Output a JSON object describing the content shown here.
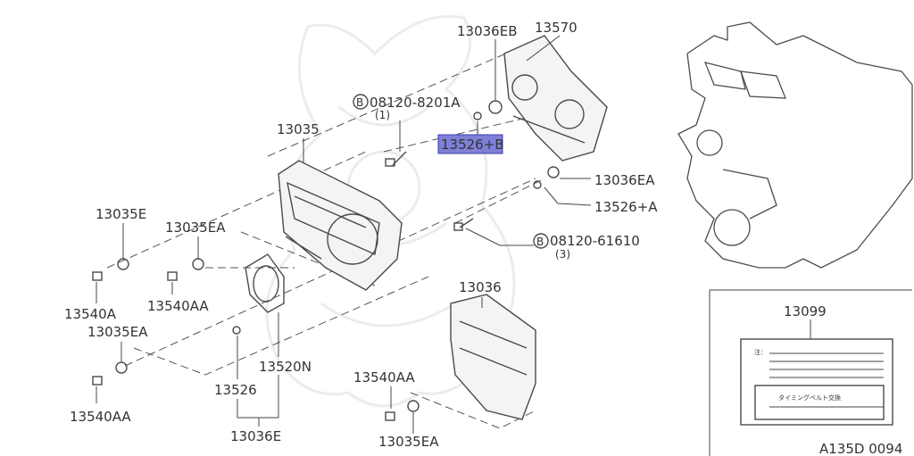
{
  "diagram": {
    "labels": {
      "p13036EB": "13036EB",
      "p13570": "13570",
      "bolt_top": "08120-8201A",
      "bolt_top_qty": "(1)",
      "p13035": "13035",
      "p13526B": "13526+B",
      "p13036EA_r": "13036EA",
      "p13526A": "13526+A",
      "bolt_mid": "08120-61610",
      "bolt_mid_qty": "(3)",
      "p13035E": "13035E",
      "p13035EA_top": "13035EA",
      "p13540A": "13540A",
      "p13540AA_top": "13540AA",
      "p13035EA_left": "13035EA",
      "p13520N": "13520N",
      "p13540AA_left": "13540AA",
      "p13526": "13526",
      "p13036E": "13036E",
      "p13036": "13036",
      "p13540AA_bot": "13540AA",
      "p13035EA_bot": "13035EA",
      "p13099": "13099",
      "bolt_symbol": "B",
      "label_note": "注：",
      "label_text": "タイミングベルト交換",
      "diagram_code": "A135D 0094"
    },
    "highlight": {
      "part": "13526+B",
      "color": "#7f7fd9"
    }
  }
}
